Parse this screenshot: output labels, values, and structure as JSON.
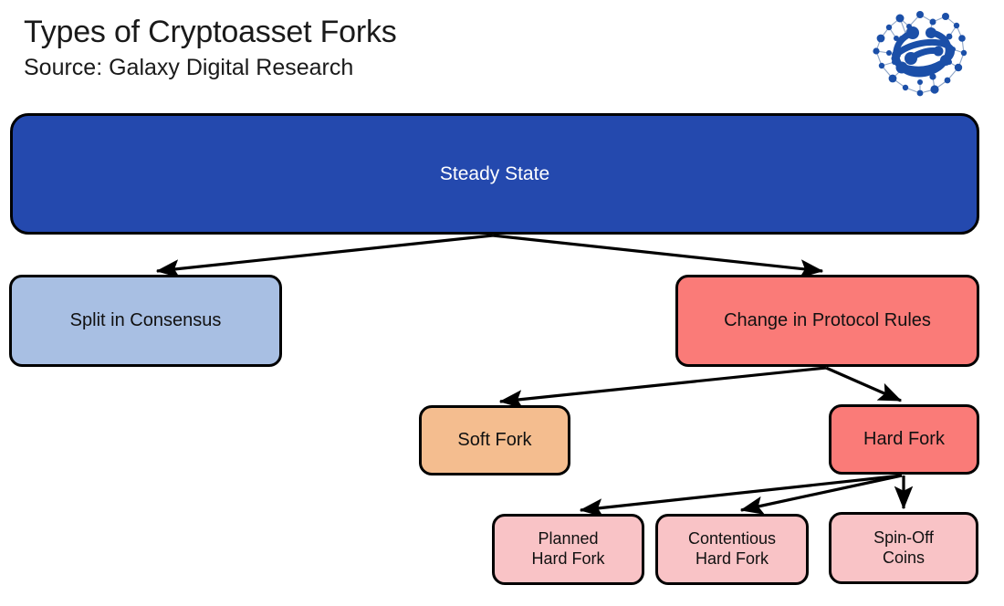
{
  "header": {
    "title": "Types of Cryptoasset Forks",
    "subtitle": "Source: Galaxy Digital Research",
    "logo_name": "galaxy-digital-logo"
  },
  "diagram": {
    "type": "flowchart",
    "nodes": [
      {
        "id": "steady-state",
        "label": "Steady State",
        "color": "#2449ae",
        "text_color": "#ffffff",
        "level": 0
      },
      {
        "id": "split-consensus",
        "label": "Split in Consensus",
        "color": "#a8bfe3",
        "text_color": "#111111",
        "level": 1
      },
      {
        "id": "protocol-rules",
        "label": "Change in Protocol Rules",
        "color": "#fa7b78",
        "text_color": "#111111",
        "level": 1
      },
      {
        "id": "soft-fork",
        "label": "Soft Fork",
        "color": "#f4bd8f",
        "text_color": "#111111",
        "level": 2
      },
      {
        "id": "hard-fork",
        "label": "Hard Fork",
        "color": "#fa7b78",
        "text_color": "#111111",
        "level": 2
      },
      {
        "id": "planned-hard-fork",
        "label": "Planned\nHard Fork",
        "color": "#f9c3c6",
        "text_color": "#111111",
        "level": 3
      },
      {
        "id": "contentious-hard-fork",
        "label": "Contentious\nHard Fork",
        "color": "#f9c3c6",
        "text_color": "#111111",
        "level": 3
      },
      {
        "id": "spin-off-coins",
        "label": "Spin-Off\nCoins",
        "color": "#f9c3c6",
        "text_color": "#111111",
        "level": 3
      }
    ],
    "edges": [
      {
        "from": "steady-state",
        "to": "split-consensus"
      },
      {
        "from": "steady-state",
        "to": "protocol-rules"
      },
      {
        "from": "protocol-rules",
        "to": "soft-fork"
      },
      {
        "from": "protocol-rules",
        "to": "hard-fork"
      },
      {
        "from": "hard-fork",
        "to": "planned-hard-fork"
      },
      {
        "from": "hard-fork",
        "to": "contentious-hard-fork"
      },
      {
        "from": "hard-fork",
        "to": "spin-off-coins"
      }
    ],
    "edge_color": "#000000",
    "border_color": "#000000"
  }
}
